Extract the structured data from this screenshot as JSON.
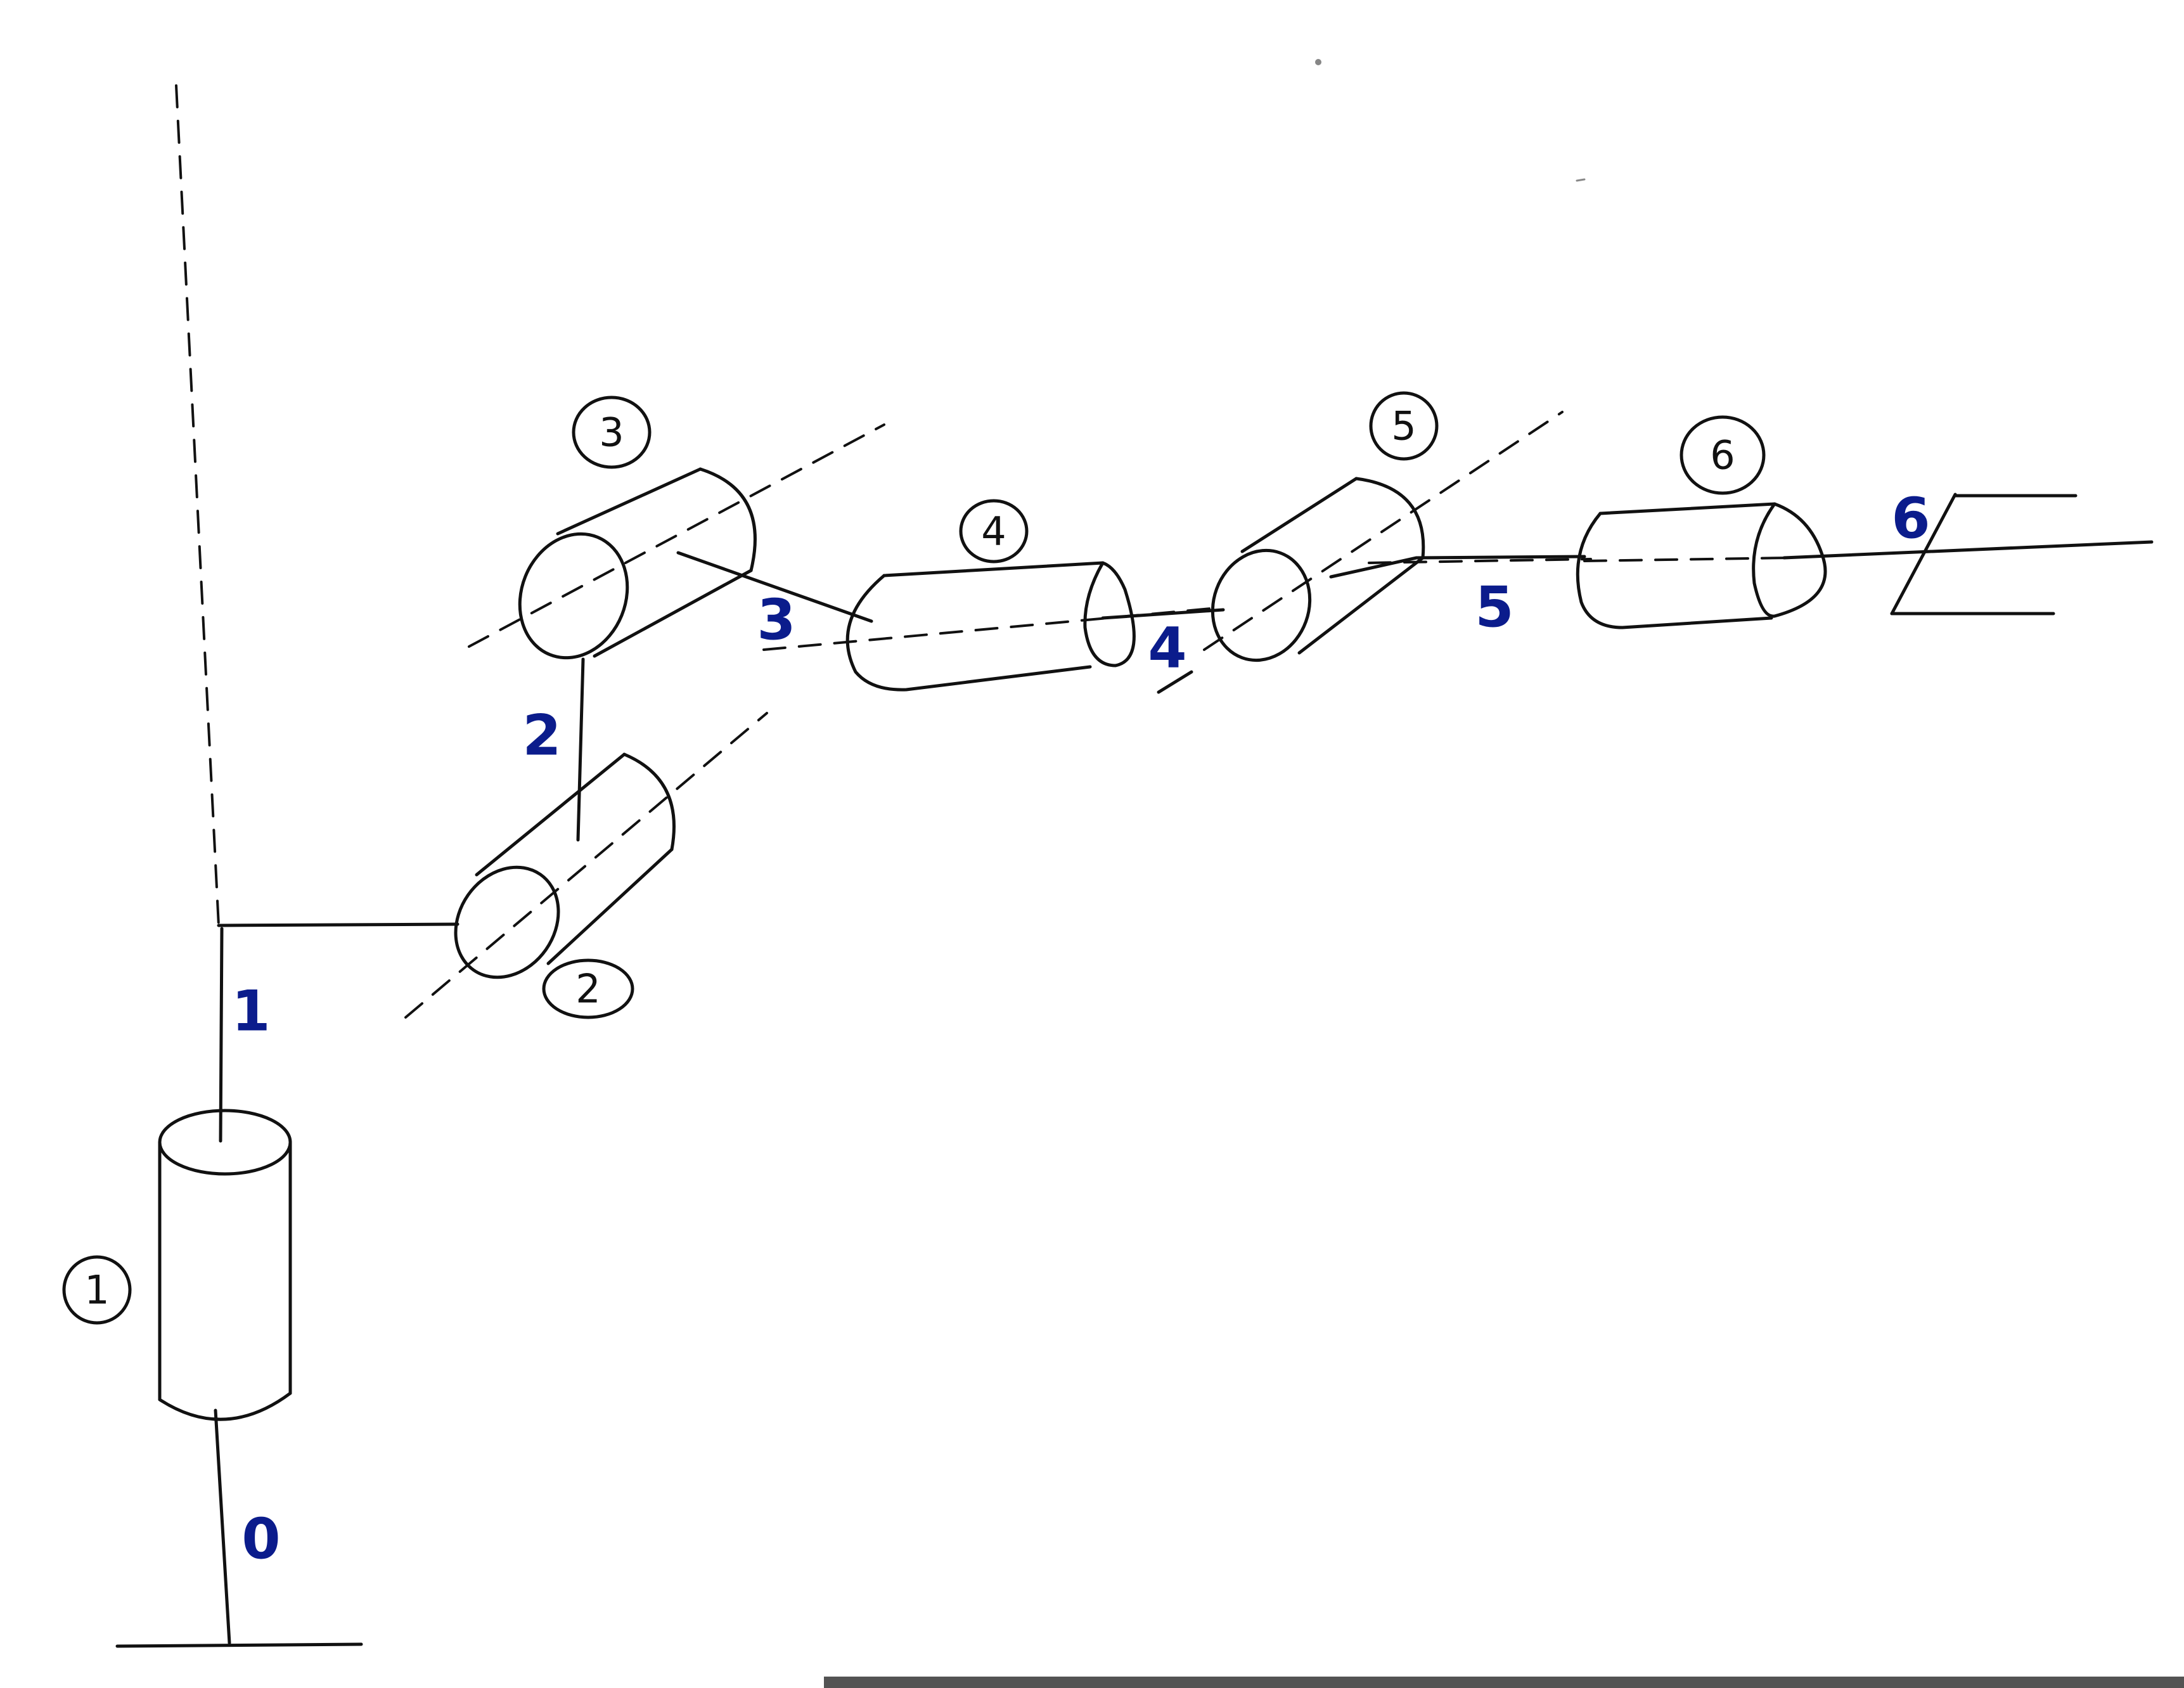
{
  "diagram": {
    "joints": [
      {
        "id": "joint-1",
        "label": "1"
      },
      {
        "id": "joint-2",
        "label": "2"
      },
      {
        "id": "joint-3",
        "label": "3"
      },
      {
        "id": "joint-4",
        "label": "4"
      },
      {
        "id": "joint-5",
        "label": "5"
      },
      {
        "id": "joint-6",
        "label": "6"
      }
    ],
    "links": [
      {
        "id": "link-0",
        "label": "0"
      },
      {
        "id": "link-1",
        "label": "1"
      },
      {
        "id": "link-2",
        "label": "2"
      },
      {
        "id": "link-3",
        "label": "3"
      },
      {
        "id": "link-4",
        "label": "4"
      },
      {
        "id": "link-5",
        "label": "5"
      },
      {
        "id": "link-6",
        "label": "6"
      }
    ],
    "colors": {
      "ink": "#111111",
      "link_label": "#0b1c8c",
      "paper": "#ffffff"
    }
  }
}
